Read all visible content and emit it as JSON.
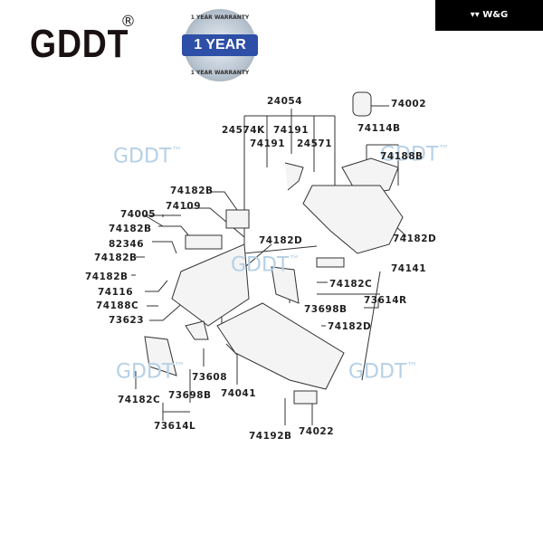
{
  "header": {
    "brand": "GDDT",
    "registered": "®",
    "badge_main": "1 YEAR",
    "badge_arc": "1 YEAR WARRANTY",
    "corner_brand": "W&G"
  },
  "watermark": "GDDT",
  "watermark_tm": "™",
  "parts": [
    "24054",
    "74002",
    "24574K",
    "74191",
    "74114B",
    "74191",
    "24571",
    "74188B",
    "74182B",
    "74109",
    "74005",
    "74182B",
    "82346",
    "74182D",
    "74182D",
    "74182B",
    "74141",
    "74182B",
    "74182C",
    "74116",
    "73614R",
    "74188C",
    "73698B",
    "73623",
    "74182D",
    "73608",
    "74041",
    "74182C",
    "73698B",
    "73614L",
    "74192B",
    "74022"
  ]
}
